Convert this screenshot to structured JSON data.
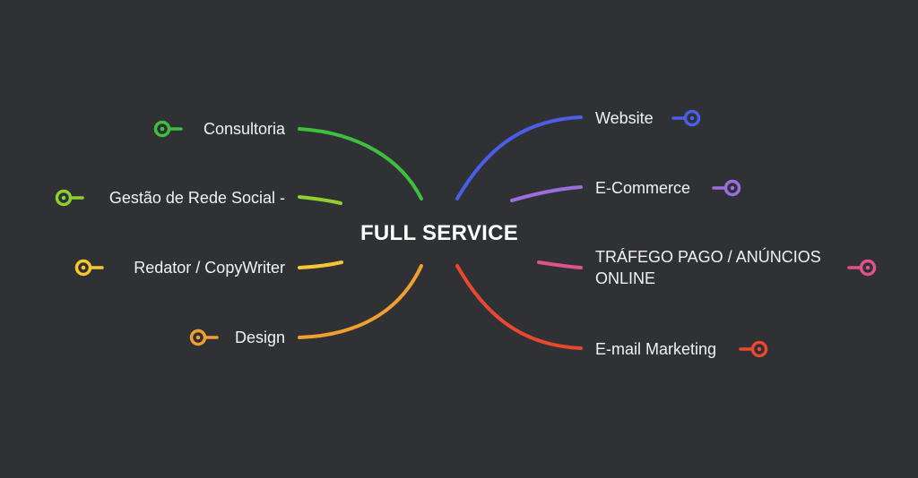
{
  "center": {
    "title": "FULL SERVICE"
  },
  "left_branches": [
    {
      "label": "Consultoria",
      "color": "#3fbf3f"
    },
    {
      "label": "Gestão de Rede Social -",
      "color": "#8fcf2f"
    },
    {
      "label": "Redator / CopyWriter",
      "color": "#f5c730"
    },
    {
      "label": "Design",
      "color": "#f0a030"
    }
  ],
  "right_branches": [
    {
      "label": "Website",
      "color": "#4a5fe8"
    },
    {
      "label": "E-Commerce",
      "color": "#9b6ee0"
    },
    {
      "label": "TRÁFEGO PAGO / ANÚNCIOS ONLINE",
      "color": "#e0528a"
    },
    {
      "label": "E-mail Marketing",
      "color": "#e8482e"
    }
  ],
  "icons": {
    "node_marker": "circle-dot-icon"
  }
}
